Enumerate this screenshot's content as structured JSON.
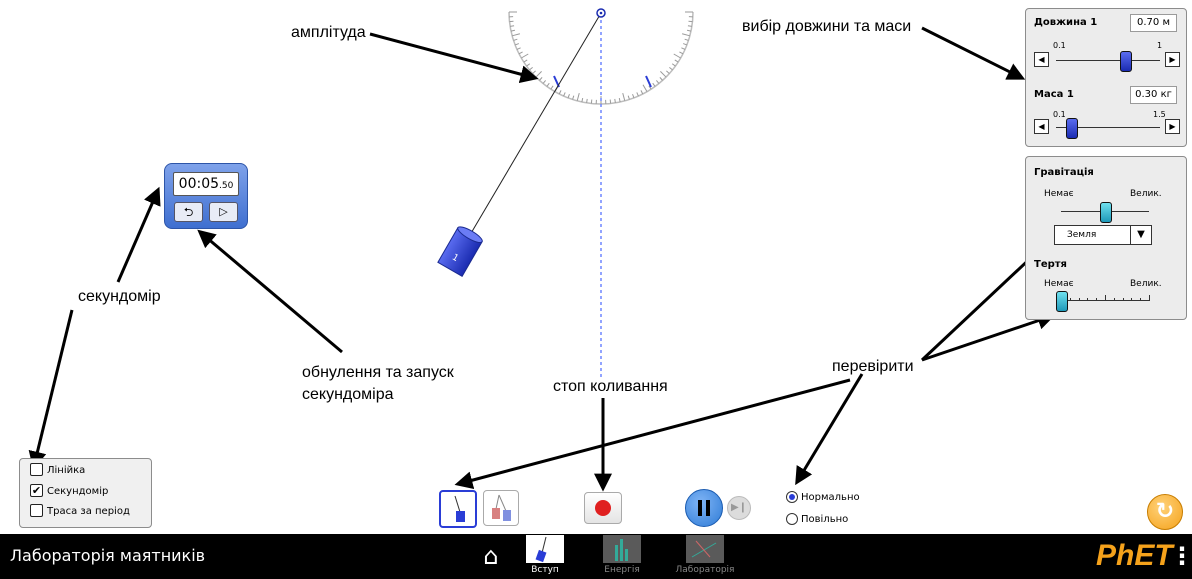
{
  "annotations": {
    "amplitude": "амплітуда",
    "length_mass": "вибір довжини та маси",
    "stopwatch": "секундомір",
    "reset_start_line1": "обнулення та запуск",
    "reset_start_line2": "секундоміра",
    "stop_oscillation": "стоп коливання",
    "check": "перевірити"
  },
  "stopwatch": {
    "time_main": "00:05",
    "time_fraction": "50",
    "reset_icon": "reset-icon",
    "play_icon": "play-icon"
  },
  "length_mass_panel": {
    "length_label": "Довжина 1",
    "length_value": "0.70 м",
    "length_min": "0.1",
    "length_max": "1",
    "length_fraction": 0.667,
    "mass_label": "Маса 1",
    "mass_value": "0.30 кг",
    "mass_min": "0.1",
    "mass_max": "1.5",
    "mass_fraction": 0.143
  },
  "gravity_panel": {
    "gravity_label": "Гравітація",
    "none_label": "Немає",
    "large_label": "Велик.",
    "gravity_fraction": 0.5,
    "planet_selected": "Земля",
    "friction_label": "Тертя",
    "friction_none_label": "Немає",
    "friction_large_label": "Велик.",
    "friction_fraction": 0.0
  },
  "options": {
    "ruler": "Лінійка",
    "stopwatch": "Секундомір",
    "period_trace": "Траса за період",
    "ruler_checked": false,
    "stopwatch_checked": true,
    "period_trace_checked": false
  },
  "speed": {
    "normal": "Нормально",
    "slow": "Повільно",
    "selected": "normal"
  },
  "pendulum": {
    "mass_number": "1"
  },
  "navbar": {
    "title": "Лабораторія маятників",
    "screens": [
      {
        "label": "Вступ",
        "selected": true
      },
      {
        "label": "Енергія",
        "selected": false
      },
      {
        "label": "Лабораторія",
        "selected": false
      }
    ],
    "brand": "PhET"
  },
  "colors": {
    "navbar_bg": "#000000",
    "play_button": "#2e7bd6",
    "record_red": "#e02020",
    "panel_bg": "#ececec",
    "mass_blue": "#2a3dd6",
    "slider_cyan": "#38c0d8",
    "refresh_orange": "#f5a21b"
  }
}
